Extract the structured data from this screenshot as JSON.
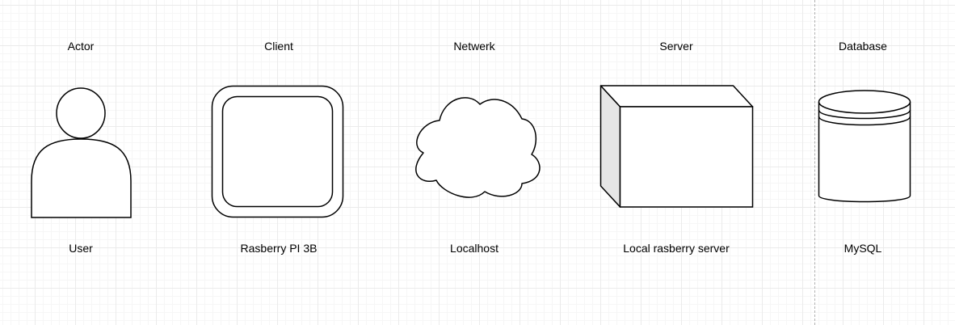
{
  "lanes": [
    {
      "id": "actor",
      "title": "Actor",
      "element": "User"
    },
    {
      "id": "client",
      "title": "Client",
      "element": "Rasberry PI 3B"
    },
    {
      "id": "network",
      "title": "Netwerk",
      "element": "Localhost"
    },
    {
      "id": "server",
      "title": "Server",
      "element": "Local rasberry server"
    },
    {
      "id": "database",
      "title": "Database",
      "element": "MySQL"
    }
  ],
  "colors": {
    "stroke": "#000000",
    "fill": "#ffffff",
    "server_side_fill": "#e6e6e6",
    "grid": "#ebebeb",
    "divider": "#b0b0b0"
  }
}
